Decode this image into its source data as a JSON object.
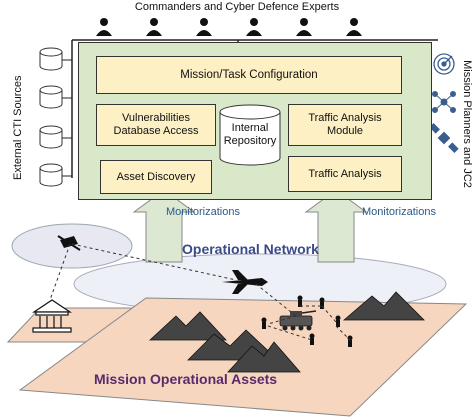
{
  "header": {
    "title": "Commanders and Cyber Defence Experts"
  },
  "left_side": {
    "label": "External CTI Sources"
  },
  "right_side": {
    "label": "Mission Planners and JC2"
  },
  "modules": {
    "mission_config": "Mission/Task Configuration",
    "vuln_db_line1": "Vulnerabilities",
    "vuln_db_line2": "Database Access",
    "repo_line1": "Internal",
    "repo_line2": "Repository",
    "traffic_module_line1": "Traffic Analysis",
    "traffic_module_line2": "Module",
    "asset_discovery": "Asset Discovery",
    "traffic_analysis": "Traffic Analysis"
  },
  "monitor": {
    "left": "Monitorizations",
    "right": "Monitorizations"
  },
  "network": {
    "label": "Operational Network"
  },
  "assets": {
    "label": "Mission Operational Assets"
  },
  "colors": {
    "panel_green": "#d8e8c8",
    "module_yellow": "#fdf0c4",
    "accent_blue": "#3a5f8f",
    "title_purple": "#5a2a6a",
    "asset_pink": "#f7d6c0",
    "monitor_text": "#2a5a8a"
  }
}
